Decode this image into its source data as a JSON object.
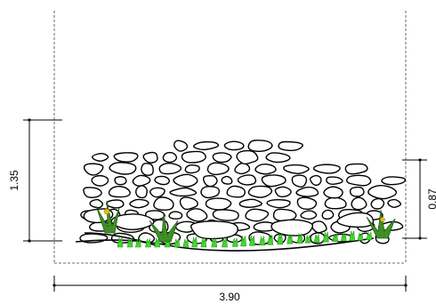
{
  "dimensions": {
    "width_label": "3.90",
    "left_height_label": "1.35",
    "right_height_label": "0.87"
  },
  "colors": {
    "frame": "#8c8c8c",
    "grass": "#43d62f",
    "stone_fill": "#ffffff",
    "stone_outline": "#000000"
  }
}
